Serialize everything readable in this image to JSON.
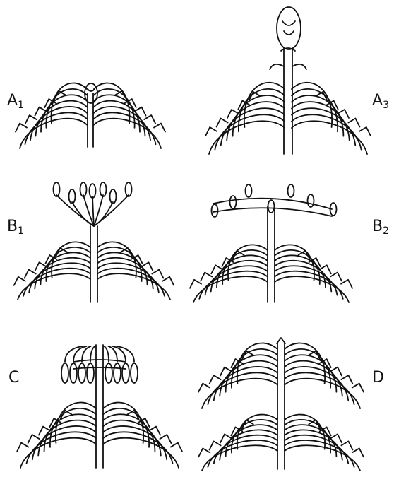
{
  "panels": [
    {
      "letter": "A",
      "sub": "1"
    },
    {
      "letter": "A",
      "sub": "3"
    },
    {
      "letter": "B",
      "sub": "1"
    },
    {
      "letter": "B",
      "sub": "2"
    },
    {
      "letter": "C",
      "sub": ""
    },
    {
      "letter": "D",
      "sub": ""
    }
  ],
  "ink_color": "#111111"
}
